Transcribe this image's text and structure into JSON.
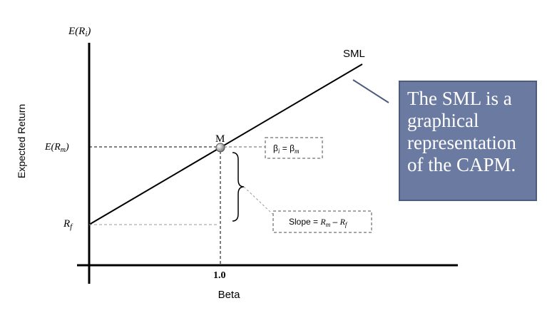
{
  "axes": {
    "y_top_label": {
      "pre": "E(R",
      "sub": "i",
      "post": ")"
    },
    "y_side_label": "Expected Return",
    "x_label": "Beta",
    "x_tick": "1.0",
    "y_tick_erm": {
      "pre": "E(R",
      "sub": "m",
      "post": ")"
    },
    "y_tick_rf": {
      "main": "R",
      "sub": "f"
    }
  },
  "line": {
    "label": "SML"
  },
  "point": {
    "label": "M"
  },
  "beta_box": {
    "b1": "β",
    "sub1": "i",
    "eq": " = ",
    "b2": "β",
    "sub2": "m"
  },
  "slope_box": {
    "text": "Slope = ",
    "r1": "R",
    "sub1": "m",
    "minus": " – ",
    "r2": "R",
    "sub2": "f"
  },
  "callout": {
    "text": "The SML is a graphical representation of the CAPM."
  },
  "colors": {
    "callout_bg": "#6b7aa1",
    "callout_border": "#4e5b80",
    "point": "#9a9a9a"
  }
}
